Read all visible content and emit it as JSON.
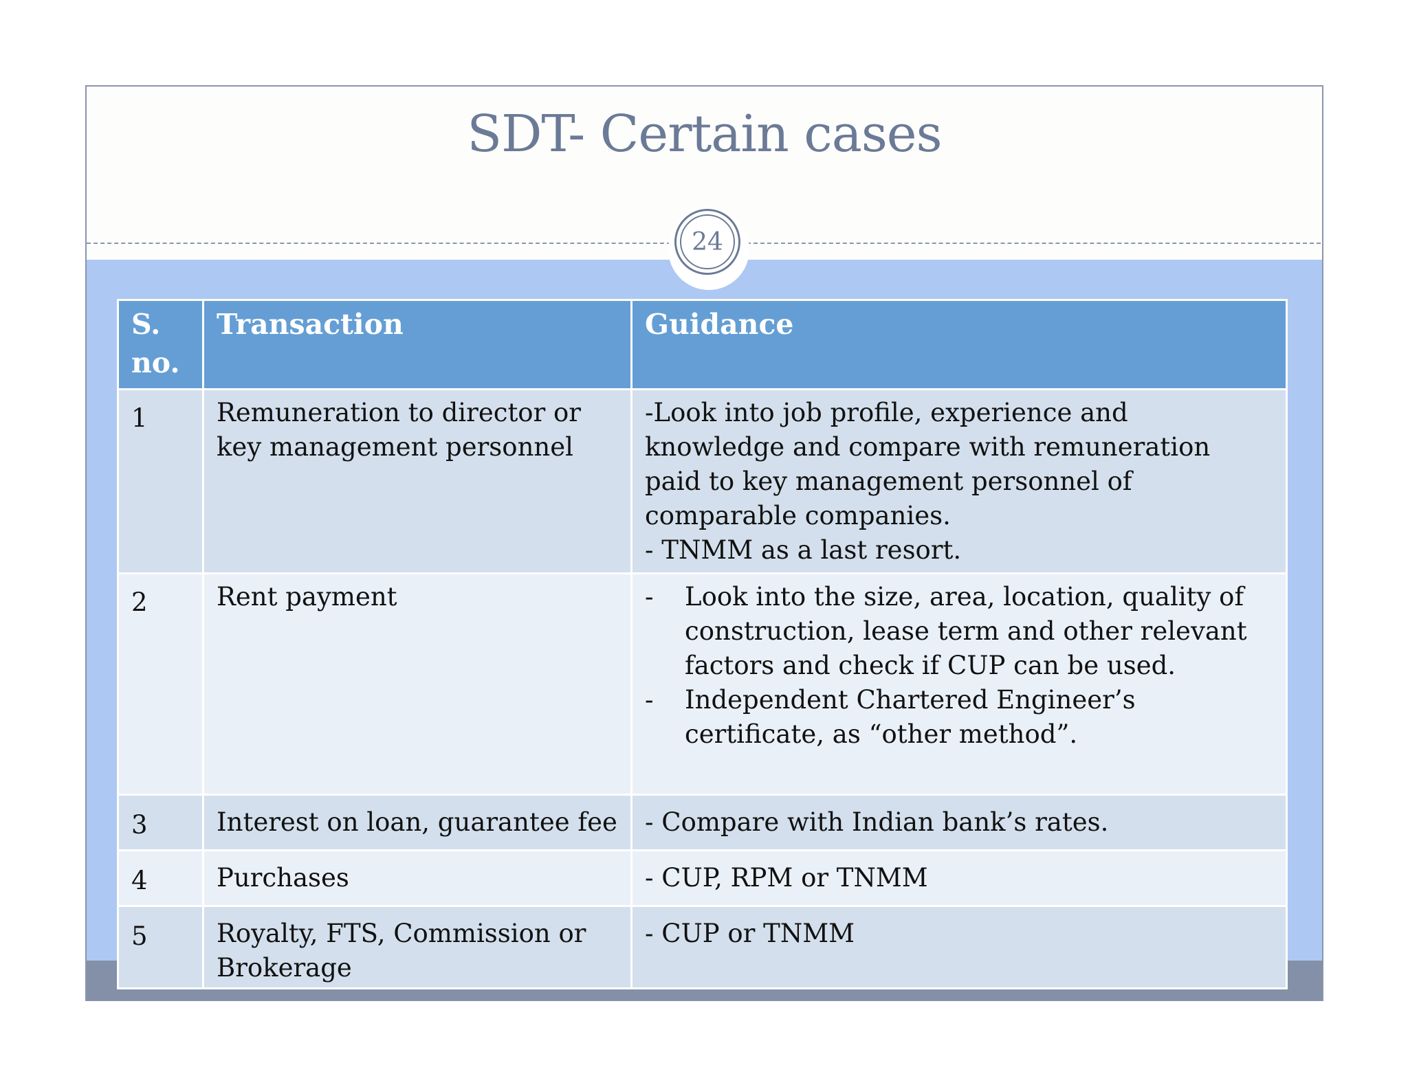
{
  "slide": {
    "title": "SDT- Certain cases",
    "page_number": "24"
  },
  "table": {
    "headers": [
      "S. no.",
      "Transaction",
      "Guidance"
    ],
    "rows": [
      {
        "sno": "1",
        "transaction": "Remuneration to director or key management personnel",
        "guidance_lines": [
          "-Look into job profile, experience and knowledge and compare with remuneration paid to key management personnel of comparable companies.",
          "- TNMM as a last resort."
        ]
      },
      {
        "sno": "2",
        "transaction": "Rent payment",
        "guidance_bullets": [
          "Look into the size, area, location, quality of construction, lease term and other relevant factors and check if CUP can be used.",
          "Independent Chartered Engineer’s certificate, as “other method”."
        ],
        "bullet_char": "-"
      },
      {
        "sno": "3",
        "transaction": "Interest on loan, guarantee fee",
        "guidance": "- Compare with Indian bank’s rates."
      },
      {
        "sno": "4",
        "transaction": "Purchases",
        "guidance": "- CUP, RPM or TNMM"
      },
      {
        "sno": "5",
        "transaction": "Royalty, FTS, Commission or Brokerage",
        "guidance": "- CUP or TNMM"
      }
    ]
  },
  "colors": {
    "title": "#6b7a96",
    "header_bg": "#649ed4",
    "row_dark": "#d3dfec",
    "row_light": "#eaf0f8",
    "band": "#aec8f4",
    "bottom_strip": "#8390a8"
  }
}
